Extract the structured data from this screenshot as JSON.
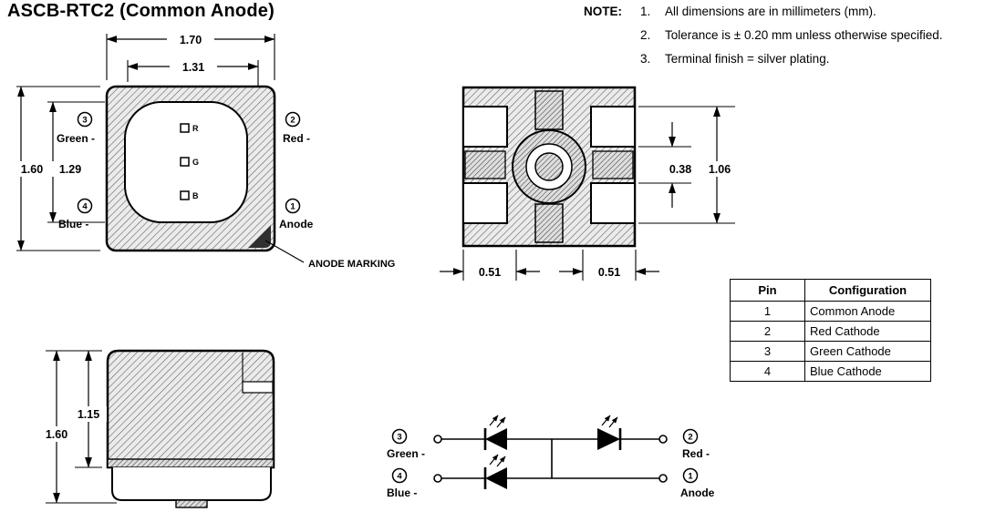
{
  "title": "ASCB-RTC2 (Common Anode)",
  "notes": {
    "label": "NOTE:",
    "items": [
      {
        "num": "1.",
        "text": "All dimensions are in millimeters (mm)."
      },
      {
        "num": "2.",
        "text": "Tolerance is ± 0.20 mm unless otherwise specified."
      },
      {
        "num": "3.",
        "text": "Terminal finish = silver plating."
      }
    ]
  },
  "top_view": {
    "dims": {
      "width_outer": "1.70",
      "width_inner": "1.31",
      "height_outer": "1.60",
      "height_inner": "1.29"
    },
    "pins": {
      "green": {
        "num": "3",
        "label": "Green -"
      },
      "red": {
        "num": "2",
        "label": "Red -"
      },
      "blue": {
        "num": "4",
        "label": "Blue -"
      },
      "anode": {
        "num": "1",
        "label": "Anode"
      }
    },
    "dies": {
      "r": "R",
      "g": "G",
      "b": "B"
    },
    "anode_marking": "ANODE MARKING"
  },
  "bottom_view": {
    "dims": {
      "pad_gap": "0.38",
      "pad_span": "1.06",
      "pad_left": "0.51",
      "pad_right": "0.51"
    }
  },
  "side_view": {
    "dims": {
      "height_total": "1.60",
      "height_body": "1.15"
    }
  },
  "schematic": {
    "pins": {
      "green": {
        "num": "3",
        "label": "Green -"
      },
      "blue": {
        "num": "4",
        "label": "Blue -"
      },
      "red": {
        "num": "2",
        "label": "Red -"
      },
      "anode": {
        "num": "1",
        "label": "Anode"
      }
    }
  },
  "pin_table": {
    "headers": [
      "Pin",
      "Configuration"
    ],
    "rows": [
      {
        "pin": "1",
        "config": "Common Anode"
      },
      {
        "pin": "2",
        "config": "Red Cathode"
      },
      {
        "pin": "3",
        "config": "Green Cathode"
      },
      {
        "pin": "4",
        "config": "Blue Cathode"
      }
    ]
  },
  "colors": {
    "line": "#000000",
    "hatch": "#5a5a5a",
    "background": "#ffffff"
  }
}
